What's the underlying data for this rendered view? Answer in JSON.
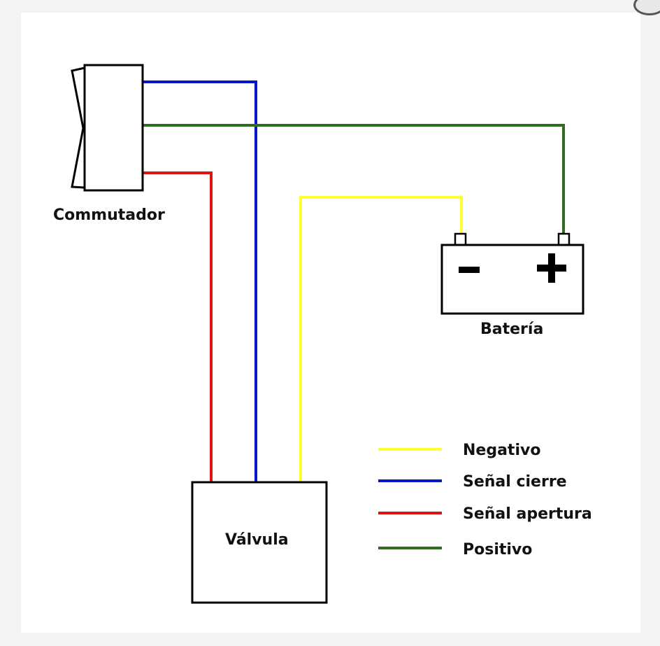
{
  "components": {
    "switch_label": "Commutador",
    "battery_label": "Batería",
    "battery_negative_symbol": "minus-icon",
    "battery_positive_symbol": "plus-icon",
    "valve_label": "Válvula"
  },
  "legend": [
    {
      "label": "Negativo",
      "color": "#ffff33"
    },
    {
      "label": "Señal cierre",
      "color": "#0a14c8"
    },
    {
      "label": "Señal apertura",
      "color": "#dc1414"
    },
    {
      "label": "Positivo",
      "color": "#2e6e1e"
    }
  ],
  "wire_colors": {
    "negative": "#ffff33",
    "close_signal": "#0a14c8",
    "open_signal": "#dc1414",
    "positive": "#2e6e1e"
  }
}
